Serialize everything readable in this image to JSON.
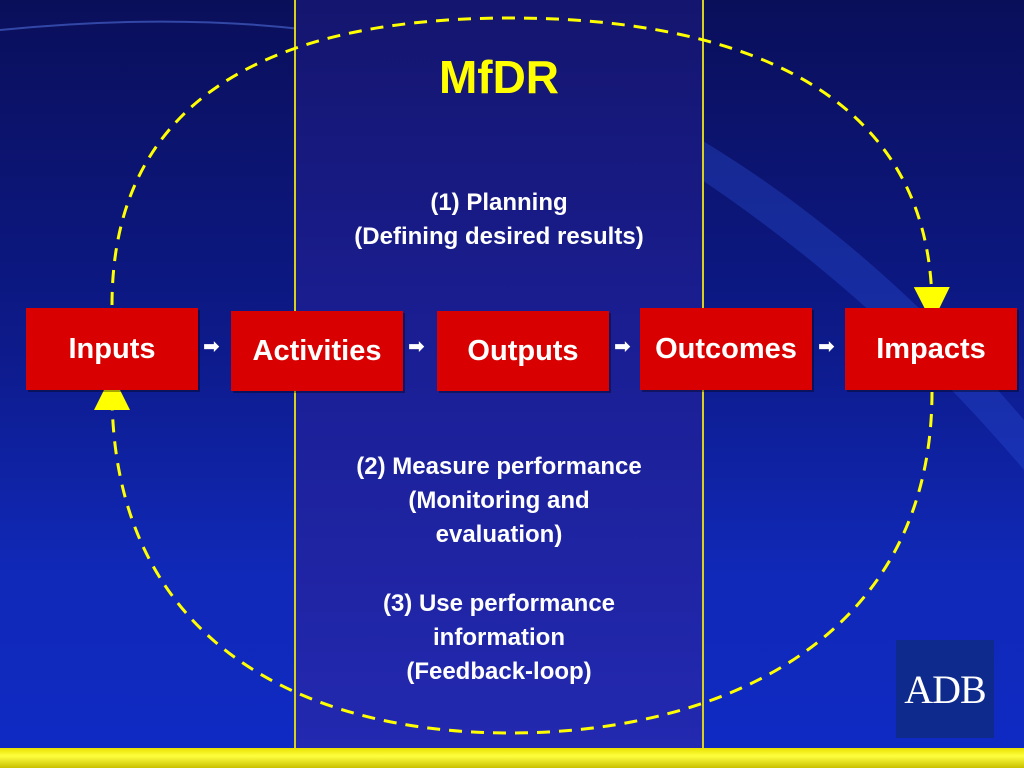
{
  "title": "MfDR",
  "planning": {
    "line1": "(1) Planning",
    "line2": "(Defining desired results)"
  },
  "measure": {
    "line1": "(2) Measure performance",
    "line2": "(Monitoring and",
    "line3": "evaluation)"
  },
  "use": {
    "line1": "(3) Use performance",
    "line2": "information",
    "line3": "(Feedback-loop)"
  },
  "chain": [
    "Inputs",
    "Activities",
    "Outputs",
    "Outcomes",
    "Impacts"
  ],
  "arrow_glyph": "➡",
  "logo": "ADB",
  "colors": {
    "box": "#d80000",
    "accent": "#ffff00",
    "background": "#0d1a8a"
  }
}
